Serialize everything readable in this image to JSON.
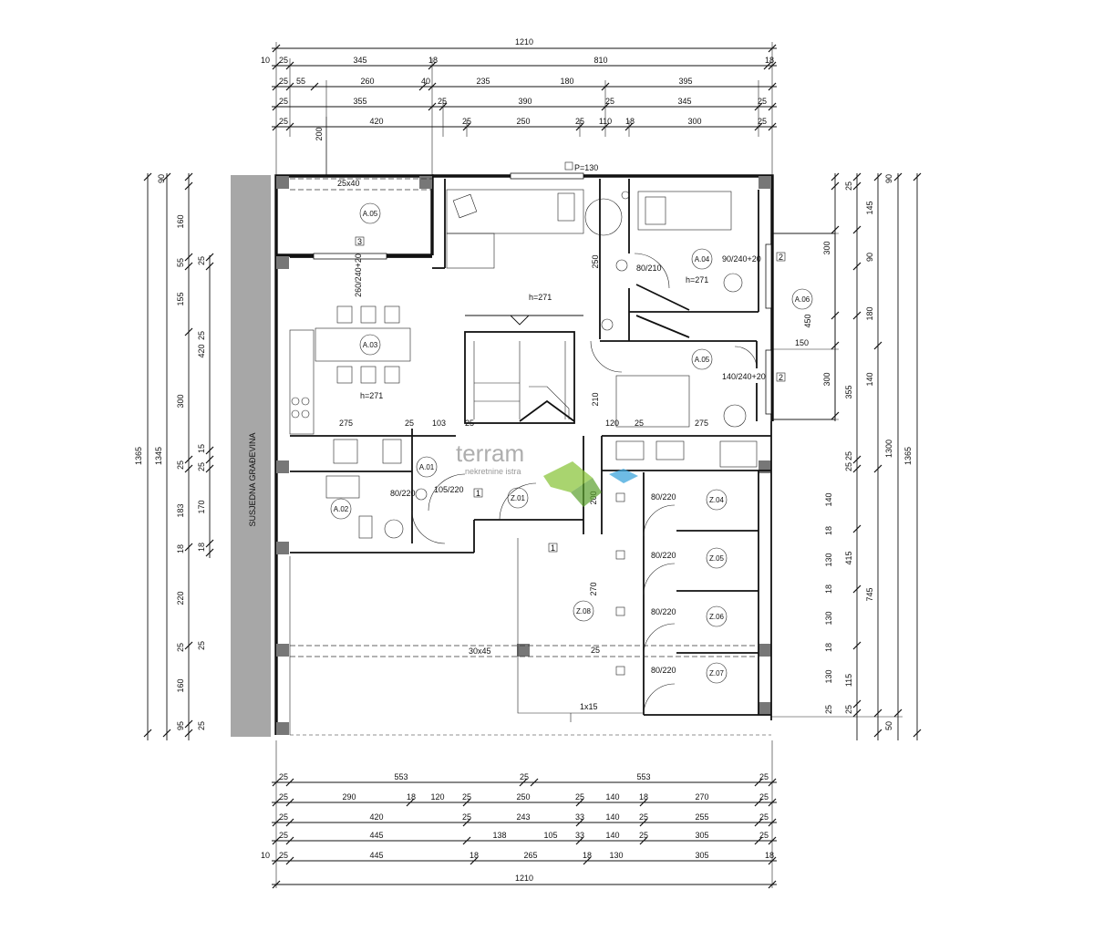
{
  "side_label": "SUSJEDNA GRAĐEVINA",
  "watermark": {
    "brand": "terram",
    "sub": "nekretnine istra"
  },
  "top_dims": {
    "row1": [
      "1210"
    ],
    "row2": [
      "10",
      "25",
      "345",
      "18",
      "810",
      "18"
    ],
    "row3": [
      "25",
      "55",
      "260",
      "40",
      "235",
      "180",
      "395"
    ],
    "row4": [
      "25",
      "355",
      "25",
      "390",
      "25",
      "345",
      "25"
    ],
    "row5": [
      "25",
      "420",
      "25",
      "250",
      "25",
      "110",
      "18",
      "300",
      "25"
    ]
  },
  "bottom_dims": {
    "row1": [
      "25",
      "553",
      "25",
      "553",
      "25"
    ],
    "row2": [
      "25",
      "290",
      "18",
      "120",
      "25",
      "250",
      "25",
      "140",
      "18",
      "270",
      "25"
    ],
    "row3": [
      "25",
      "420",
      "25",
      "243",
      "33",
      "140",
      "25",
      "255",
      "25"
    ],
    "row4": [
      "25",
      "445",
      "138",
      "105",
      "33",
      "140",
      "25",
      "305",
      "25"
    ],
    "row5": [
      "10",
      "25",
      "445",
      "18",
      "265",
      "18",
      "130",
      "305",
      "18"
    ],
    "row6": [
      "1210"
    ]
  },
  "left_dims": {
    "outer": [
      "1365",
      "1345"
    ],
    "col_a": [
      "90",
      "160",
      "55",
      "155",
      "300",
      "25",
      "183",
      "18",
      "220",
      "25",
      "160",
      "95"
    ],
    "col_b": [
      "25",
      "25",
      "420",
      "15",
      "25",
      "170",
      "18",
      "25",
      "25"
    ],
    "col_c": [
      "200"
    ]
  },
  "right_dims": {
    "outer": [
      "1365",
      "1300"
    ],
    "col_a": [
      "90",
      "25",
      "145",
      "90",
      "180",
      "140",
      "355",
      "25",
      "25",
      "415",
      "745",
      "50"
    ],
    "col_b": [
      "300",
      "450",
      "300",
      "140",
      "18",
      "130",
      "18",
      "130",
      "18",
      "130",
      "115",
      "25",
      "25"
    ]
  },
  "rooms": [
    {
      "id": "A.05",
      "label": "A.05"
    },
    {
      "id": "A.04",
      "label": "A.04"
    },
    {
      "id": "A.03",
      "label": "A.03"
    },
    {
      "id": "A.06",
      "label": "A.06"
    },
    {
      "id": "A.05b",
      "label": "A.05"
    },
    {
      "id": "A.01",
      "label": "A.01"
    },
    {
      "id": "A.02",
      "label": "A.02"
    },
    {
      "id": "Z.01",
      "label": "Z.01"
    },
    {
      "id": "Z.04",
      "label": "Z.04"
    },
    {
      "id": "Z.05",
      "label": "Z.05"
    },
    {
      "id": "Z.06",
      "label": "Z.06"
    },
    {
      "id": "Z.07",
      "label": "Z.07"
    },
    {
      "id": "Z.08",
      "label": "Z.08"
    }
  ],
  "annotations": {
    "p130": "P=130",
    "h271_a": "h=271",
    "h271_b": "h=271",
    "h271_c": "h=271",
    "beam_top": "25x40",
    "beam_bottom": "30x45",
    "step": "1x15",
    "d275a": "275",
    "d103": "103",
    "d275b": "275",
    "d120": "120",
    "d25a": "25",
    "d25b": "25",
    "d25c": "25",
    "d25d": "25",
    "d250": "250",
    "d210": "210",
    "d270": "270",
    "d150": "150",
    "d200": "200",
    "door_80_210": "80/210",
    "door_105_220": "105/220",
    "door_80_220_a": "80/220",
    "door_80_220_b": "80/220",
    "door_80_220_c": "80/220",
    "door_80_220_d": "80/220",
    "door_80_220_e": "80/220",
    "win_260": "260/240+20",
    "win_90": "90/240+20",
    "win_140": "140/240+20",
    "mark_1": "1",
    "mark_2": "2",
    "mark_3": "3"
  }
}
